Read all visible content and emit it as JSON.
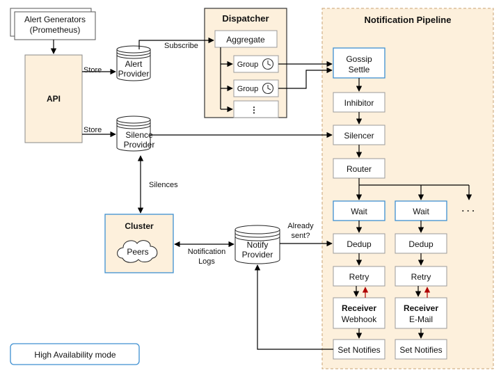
{
  "nodes": {
    "alert_generators": [
      "Alert Generators",
      "(Prometheus)"
    ],
    "api": "API",
    "alert_provider": [
      "Alert",
      "Provider"
    ],
    "silence_provider": [
      "Silence",
      "Provider"
    ],
    "dispatcher_title": "Dispatcher",
    "aggregate": "Aggregate",
    "group_1": "Group",
    "group_2": "Group",
    "dispatcher_more": "⋮",
    "pipeline_title": "Notification Pipeline",
    "gossip_settle": [
      "Gossip",
      "Settle"
    ],
    "inhibitor": "Inhibitor",
    "silencer": "Silencer",
    "router": "Router",
    "wait_1": "Wait",
    "wait_2": "Wait",
    "routes_more": "· · ·",
    "dedup_1": "Dedup",
    "dedup_2": "Dedup",
    "retry_1": "Retry",
    "retry_2": "Retry",
    "receiver_1": [
      "Receiver",
      "Webhook"
    ],
    "receiver_2": [
      "Receiver",
      "E-Mail"
    ],
    "set_notifies_1": "Set Notifies",
    "set_notifies_2": "Set Notifies",
    "cluster_title": "Cluster",
    "peers": "Peers",
    "notify_provider": [
      "Notify",
      "Provider"
    ],
    "ha_mode": "High Availability mode"
  },
  "edge_labels": {
    "store_alerts": "Store",
    "store_silences": "Store",
    "subscribe": "Subscribe",
    "silences": "Silences",
    "notification_logs": [
      "Notification",
      "Logs"
    ],
    "already_sent": [
      "Already",
      "sent?"
    ]
  },
  "colors": {
    "pipeline_fill": "#fdf0dc",
    "pipeline_border": "#c8a272",
    "dispatcher_fill": "#fdf0dc",
    "highlight_border": "#3d8fd1",
    "feedback_arrow": "#b00000"
  }
}
